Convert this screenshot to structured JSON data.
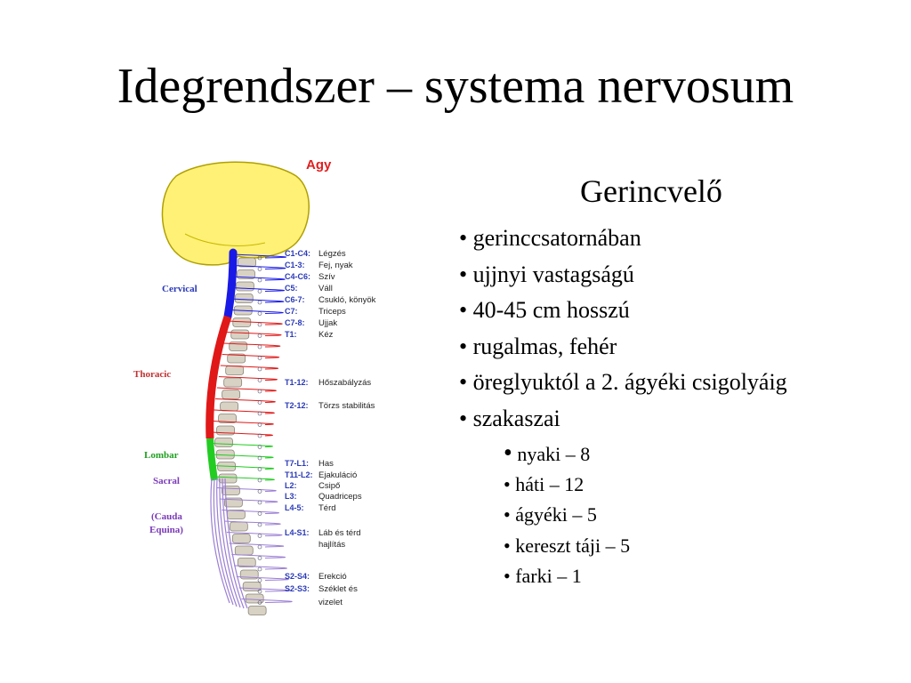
{
  "slide": {
    "title": "Idegrendszer – systema nervosum"
  },
  "figure": {
    "brain_label": "Agy",
    "regions": [
      "Cervical",
      "Thoracic",
      "Lombar",
      "Sacral",
      "(Cauda",
      "Equina)"
    ],
    "region_colors": {
      "brain": "#fff176",
      "cervical": "#1a1ae6",
      "thoracic": "#e01818",
      "lumbar": "#22cc22",
      "sacral": "#9b7fd4",
      "label_blue": "#2a3ab8",
      "label_red": "#c03030",
      "label_green": "#20a020",
      "label_purple": "#7a3ab8"
    },
    "levels": [
      {
        "code": "C1-C4:",
        "function": "Légzés"
      },
      {
        "code": "C1-3:",
        "function": "Fej, nyak"
      },
      {
        "code": "C4-C6:",
        "function": "Szív"
      },
      {
        "code": "C5:",
        "function": "Váll"
      },
      {
        "code": "C6-7:",
        "function": "Csukló, könyök"
      },
      {
        "code": "C7:",
        "function": "Triceps"
      },
      {
        "code": "C7-8:",
        "function": "Ujjak"
      },
      {
        "code": "T1:",
        "function": "Kéz"
      },
      {
        "code": "T1-12:",
        "function": "Hőszabályzás"
      },
      {
        "code": "T2-12:",
        "function": "Törzs stabilitás"
      },
      {
        "code": "T7-L1:",
        "function": "Has"
      },
      {
        "code": "T11-L2:",
        "function": "Ejakuláció"
      },
      {
        "code": "L2:",
        "function": "Csipő"
      },
      {
        "code": "L3:",
        "function": "Quadriceps"
      },
      {
        "code": "L4-5:",
        "function": "Térd"
      },
      {
        "code": "L4-S1:",
        "function": "Láb és térd"
      },
      {
        "code": "",
        "function": "hajlítás"
      },
      {
        "code": "S2-S4:",
        "function": "Erekció"
      },
      {
        "code": "S2-S3:",
        "function": "Széklet és"
      },
      {
        "code": "",
        "function": "vizelet"
      }
    ]
  },
  "content": {
    "subtitle": "Gerincvelő",
    "points": [
      "• gerinccsatornában",
      "• ujjnyi vastagságú",
      "• 40-45 cm hosszú",
      "• rugalmas, fehér",
      "• öreglyuktól a 2. ágyéki csigolyáig",
      "• szakaszai"
    ],
    "segments": [
      {
        "bullet": "•",
        "text": " nyaki – 8"
      },
      {
        "bullet": "•",
        "text": " háti – 12"
      },
      {
        "bullet": "•",
        "text": " ágyéki – 5"
      },
      {
        "bullet": "•",
        "text": " kereszt táji – 5"
      },
      {
        "bullet": "•",
        "text": " farki – 1"
      }
    ]
  }
}
